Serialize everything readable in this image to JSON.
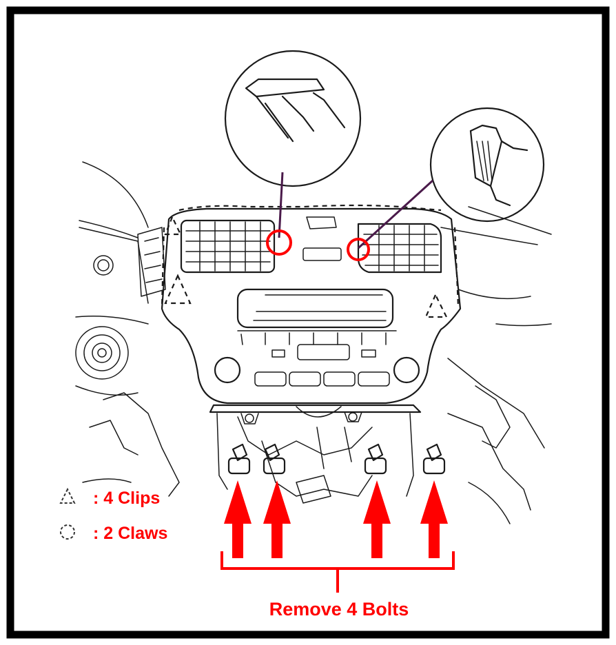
{
  "legend": {
    "clips_label": ": 4 Clips",
    "claws_label": ": 2 Claws",
    "clip_symbol": "dashed-triangle",
    "claw_symbol": "dashed-circle"
  },
  "caption": {
    "text": "Remove 4 Bolts"
  },
  "colors": {
    "highlight": "#ff0000",
    "leader_line": "#4a1a4a",
    "line_art": "#1a1a1a",
    "frame": "#000000"
  },
  "counts": {
    "clips": 4,
    "claws": 2,
    "bolts": 4
  }
}
